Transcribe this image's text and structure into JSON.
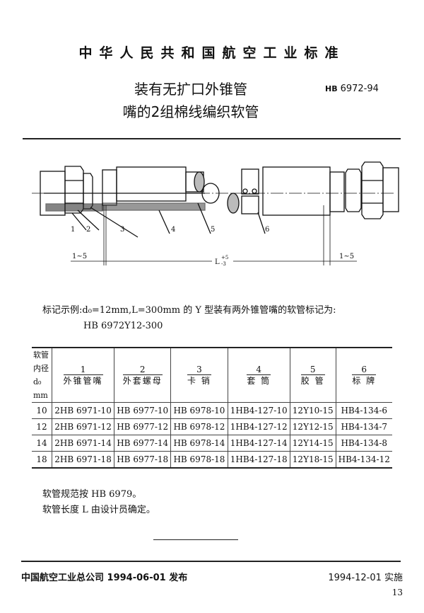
{
  "header": {
    "organization_title": "中华人民共和国航空工业标准",
    "document_title_line1": "装有无扩口外锥管",
    "document_title_line2": "嘴的2组棉线编织软管",
    "standard_prefix": "HB",
    "standard_number": "6972-94"
  },
  "drawing": {
    "part_labels": [
      "1",
      "2",
      "3",
      "4",
      "5",
      "6"
    ],
    "dim_left": "1~5",
    "dim_right": "1~5",
    "length_label": "L",
    "length_tol_upper": "+5",
    "length_tol_lower": "-3"
  },
  "example": {
    "text": "标记示例:d₀=12mm,L=300mm 的 Y 型装有两外锥管嘴的软管标记为:",
    "code": "HB 6972Y12-300"
  },
  "table": {
    "first_header": [
      "软管",
      "内径",
      "d₀",
      "mm"
    ],
    "columns": [
      {
        "num": "1",
        "name": "外锥管嘴"
      },
      {
        "num": "2",
        "name": "外套螺母"
      },
      {
        "num": "3",
        "name": "卡 销"
      },
      {
        "num": "4",
        "name": "套 筒"
      },
      {
        "num": "5",
        "name": "胶 管"
      },
      {
        "num": "6",
        "name": "标 牌"
      }
    ],
    "rows": [
      [
        "10",
        "2HB 6971-10",
        "HB 6977-10",
        "HB 6978-10",
        "1HB4-127-10",
        "12Y10-15",
        "HB4-134-6"
      ],
      [
        "12",
        "2HB 6971-12",
        "HB 6977-12",
        "HB 6978-12",
        "1HB4-127-12",
        "12Y12-15",
        "HB4-134-7"
      ],
      [
        "14",
        "2HB 6971-14",
        "HB 6977-14",
        "HB 6978-14",
        "1HB4-127-14",
        "12Y14-15",
        "HB4-134-8"
      ],
      [
        "18",
        "2HB 6971-18",
        "HB 6977-18",
        "HB 6978-18",
        "1HB4-127-18",
        "12Y18-15",
        "HB4-134-12"
      ]
    ]
  },
  "notes": [
    "软管规范按 HB 6979。",
    "软管长度 L 由设计员确定。"
  ],
  "footer": {
    "issued": "中国航空工业总公司 1994-06-01 发布",
    "effective": "1994-12-01 实施",
    "page_number": "13"
  }
}
